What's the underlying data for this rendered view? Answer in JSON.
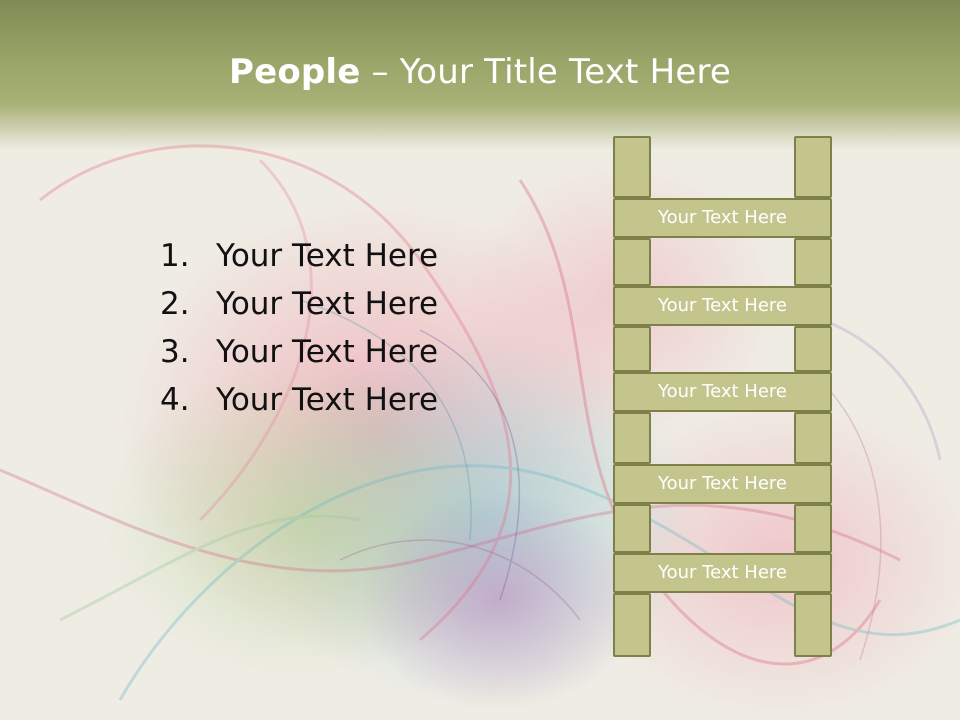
{
  "slide": {
    "title_bold": "People",
    "title_separator": " – ",
    "title_rest": "Your Title Text Here"
  },
  "list": {
    "items": [
      {
        "number": "1.",
        "text": "Your Text Here"
      },
      {
        "number": "2.",
        "text": "Your Text Here"
      },
      {
        "number": "3.",
        "text": "Your Text Here"
      },
      {
        "number": "4.",
        "text": "Your Text Here"
      }
    ]
  },
  "ladder": {
    "steps": [
      {
        "label": "Your Text Here"
      },
      {
        "label": "Your Text Here"
      },
      {
        "label": "Your Text Here"
      },
      {
        "label": "Your Text Here"
      },
      {
        "label": "Your Text Here"
      }
    ]
  },
  "colors": {
    "title_bar": "#98a468",
    "ladder_fill": "#c4c58d",
    "ladder_border": "#7d8049",
    "title_text": "#ffffff",
    "list_text": "#111111"
  }
}
